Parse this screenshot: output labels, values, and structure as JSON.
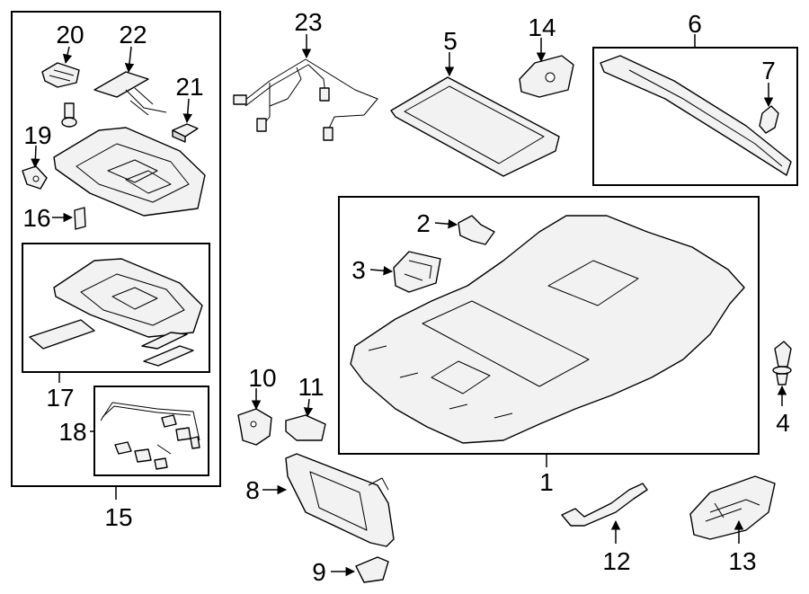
{
  "diagram": {
    "callouts": [
      "1",
      "2",
      "3",
      "4",
      "5",
      "6",
      "7",
      "8",
      "9",
      "10",
      "11",
      "12",
      "13",
      "14",
      "15",
      "16",
      "17",
      "18",
      "19",
      "20",
      "21",
      "22",
      "23"
    ]
  },
  "colors": {
    "line": "#000000",
    "part_fill": "#f2f2f2",
    "background": "#ffffff"
  }
}
